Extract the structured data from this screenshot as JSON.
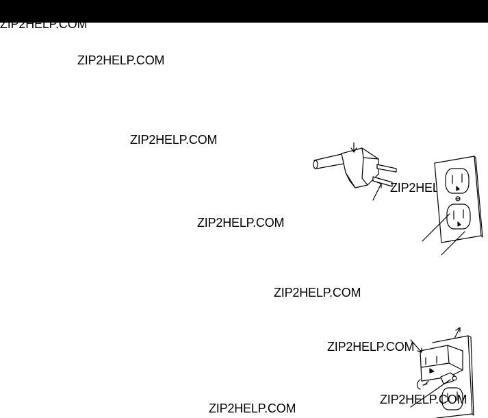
{
  "watermarks": [
    "ZIP2HELP.COM",
    "ZIP2HELP.COM",
    "ZIP2HELP.COM",
    "ZIP2HELP.COM",
    "ZIP2HELP.COM",
    "ZIP2HELP.COM",
    "ZIP2HELP.COM",
    "ZIP2HELP.COM",
    "ZIP2HELP.COM"
  ],
  "colors": {
    "bar": "#000000",
    "line": "#000000",
    "background": "#ffffff"
  },
  "illustrations": [
    "polarized-plug-icon",
    "wall-outlet-icon",
    "grounding-adapter-outlet-icon"
  ]
}
